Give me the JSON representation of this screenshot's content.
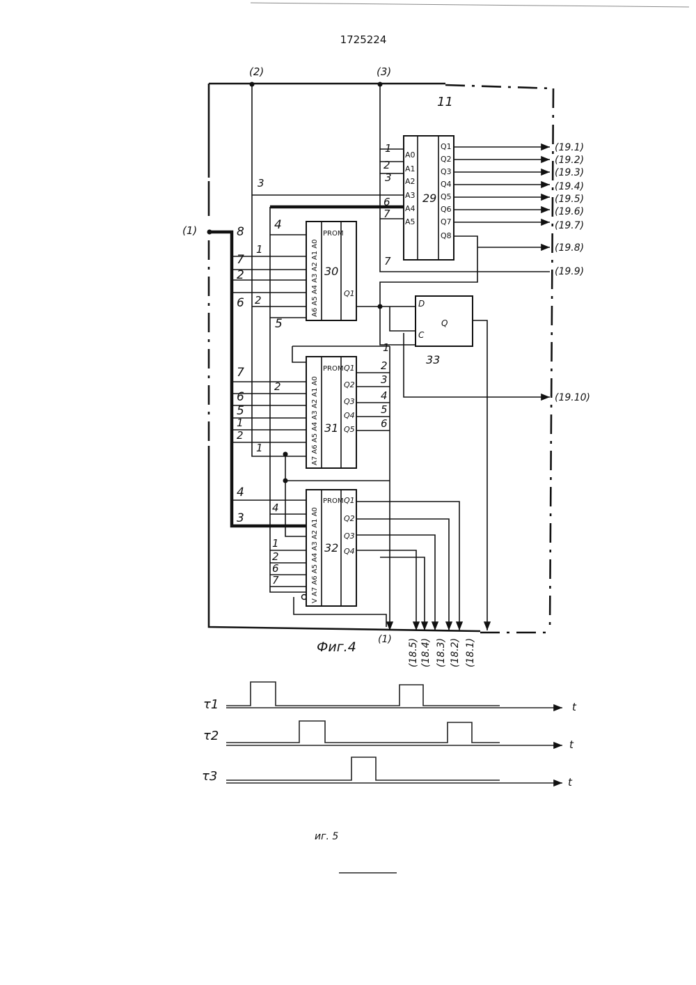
{
  "page_number": "1725224",
  "frame_label": "11",
  "fig4_caption": "Фиг.4",
  "fig5_caption": "иг. 5",
  "input_labels": {
    "in2": "(2)",
    "in3": "(3)",
    "in1": "(1)",
    "out1": "(1)"
  },
  "blocks": {
    "b29": {
      "id": "29",
      "inputs": [
        "A0",
        "A1",
        "A2",
        "A3",
        "A4",
        "A5"
      ],
      "outputs": [
        "Q1",
        "Q2",
        "Q3",
        "Q4",
        "Q5",
        "Q6",
        "Q7",
        "Q8"
      ]
    },
    "b30": {
      "id": "30",
      "title": "PROM",
      "inputs": "A6 A5 A4 A3 A2 A1 A0",
      "output": "Q1"
    },
    "b31": {
      "id": "31",
      "title": "PROM",
      "inputs": "A7 A6 A5 A4 A3 A2 A1 A0",
      "outputs": [
        "Q1",
        "Q2",
        "Q3",
        "Q4",
        "Q5"
      ]
    },
    "b32": {
      "id": "32",
      "title": "PROM",
      "inputs": "V A7 A6 A5 A4 A3 A2 A1 A0",
      "outputs": [
        "Q1",
        "Q2",
        "Q3",
        "Q4"
      ]
    },
    "b33": {
      "id": "33",
      "D": "D",
      "C": "C",
      "Q": "Q"
    }
  },
  "outputs_right": [
    "(19.1)",
    "(19.2)",
    "(19.3)",
    "(19.4)",
    "(19.5)",
    "(19.6)",
    "(19.7)",
    "(19.8)",
    "(19.9)",
    "(19.10)"
  ],
  "outputs_bottom": [
    "(18.5)",
    "(18.4)",
    "(18.3)",
    "(18.2)",
    "(18.1)"
  ],
  "wire_numbers": {
    "n29": [
      "1",
      "2",
      "3",
      "6",
      "7"
    ],
    "n29_3": "3",
    "n29_7": "7",
    "bus_top": "8",
    "b30_left": [
      "4",
      "7",
      "2",
      "6"
    ],
    "b30_inner": [
      "1",
      "2"
    ],
    "b30_5": "5",
    "b31_left": [
      "7",
      "6",
      "5",
      "1",
      "2"
    ],
    "b31_inner": [
      "2",
      "1"
    ],
    "b31_out": [
      "1",
      "2",
      "3",
      "4",
      "5",
      "6"
    ],
    "b32_left": [
      "4",
      "3"
    ],
    "b32_inner": [
      "4",
      "1",
      "2",
      "6",
      "7"
    ]
  },
  "timing": {
    "signals": [
      {
        "name": "τ1",
        "axis": "t"
      },
      {
        "name": "τ2",
        "axis": "t"
      },
      {
        "name": "τ3",
        "axis": "t"
      }
    ]
  }
}
